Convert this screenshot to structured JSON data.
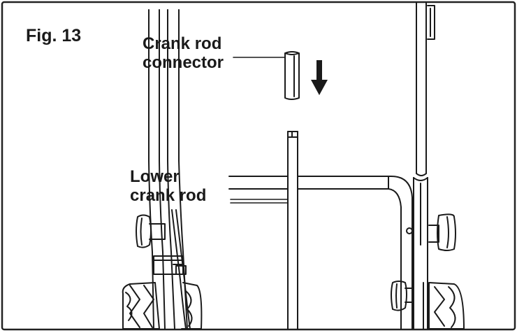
{
  "figure": {
    "label": "Fig. 13"
  },
  "callouts": {
    "connector": {
      "line1": "Crank rod",
      "line2": "connector"
    },
    "lower_rod": {
      "line1": "Lower",
      "line2": "crank rod"
    }
  },
  "icons": {
    "direction_arrow": "arrow-down-icon"
  },
  "colors": {
    "ink": "#1a1a1a",
    "border": "#222222",
    "background": "#ffffff"
  }
}
